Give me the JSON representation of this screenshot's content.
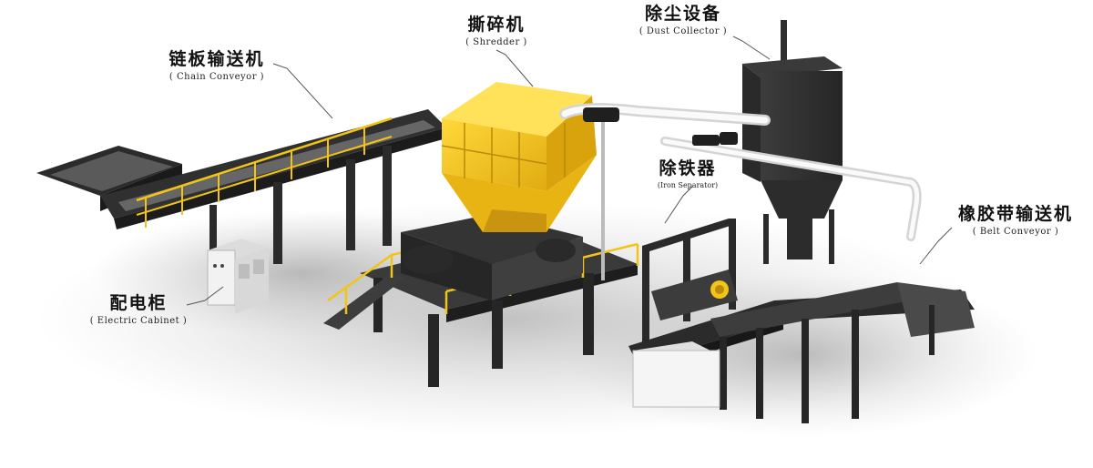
{
  "labels": {
    "shredder": {
      "zh": "撕碎机",
      "en": "( Shredder )"
    },
    "dust_collector": {
      "zh": "除尘设备",
      "en": "( Dust Collector )"
    },
    "chain_conveyor": {
      "zh": "链板输送机",
      "en": "( Chain Conveyor )"
    },
    "iron_separator": {
      "zh": "除铁器",
      "en": "(Iron Separator)"
    },
    "belt_conveyor": {
      "zh": "橡胶带输送机",
      "en": "( Belt Conveyor )"
    },
    "electric_cabinet": {
      "zh": "配电柜",
      "en": "( Electric Cabinet )"
    }
  },
  "colors": {
    "machine_yellow": "#f2c418",
    "frame_dark": "#2b2b2b",
    "metal_grey": "#4a4a4a",
    "duct_white": "#e9e9e9"
  }
}
